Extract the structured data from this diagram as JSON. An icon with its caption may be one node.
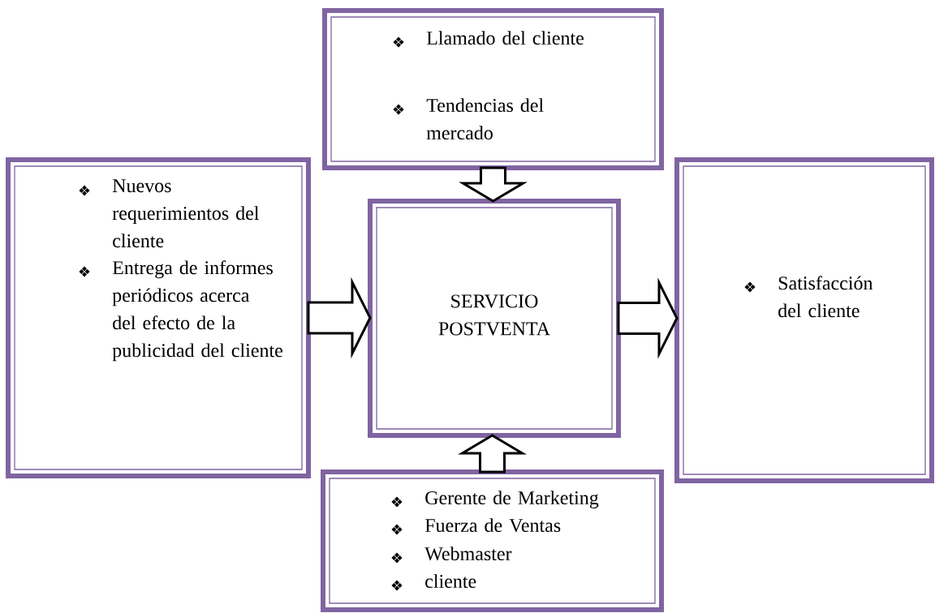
{
  "diagram": {
    "nodes": [
      {
        "text": [
          "Llamado del cliente",
          "Tendencias del mercado"
        ]
      },
      {
        "text": [
          "Nuevos requerimientos del cliente",
          "Entrega de informes periódicos acerca del efecto de la publicidad del cliente"
        ]
      },
      {
        "text": [
          "SERVICIO POSTVENTA"
        ]
      },
      {
        "text": [
          "Satisfacción del cliente"
        ]
      },
      {
        "text": [
          "Gerente de Marketing",
          "Fuerza de Ventas",
          "Webmaster",
          "cliente"
        ]
      }
    ],
    "edges": [
      {
        "from": 0,
        "to": 2,
        "arrow": "to"
      },
      {
        "from": 1,
        "to": 2,
        "arrow": "to"
      },
      {
        "from": 2,
        "to": 3,
        "arrow": "to"
      },
      {
        "from": 4,
        "to": 2,
        "arrow": "to"
      }
    ]
  }
}
